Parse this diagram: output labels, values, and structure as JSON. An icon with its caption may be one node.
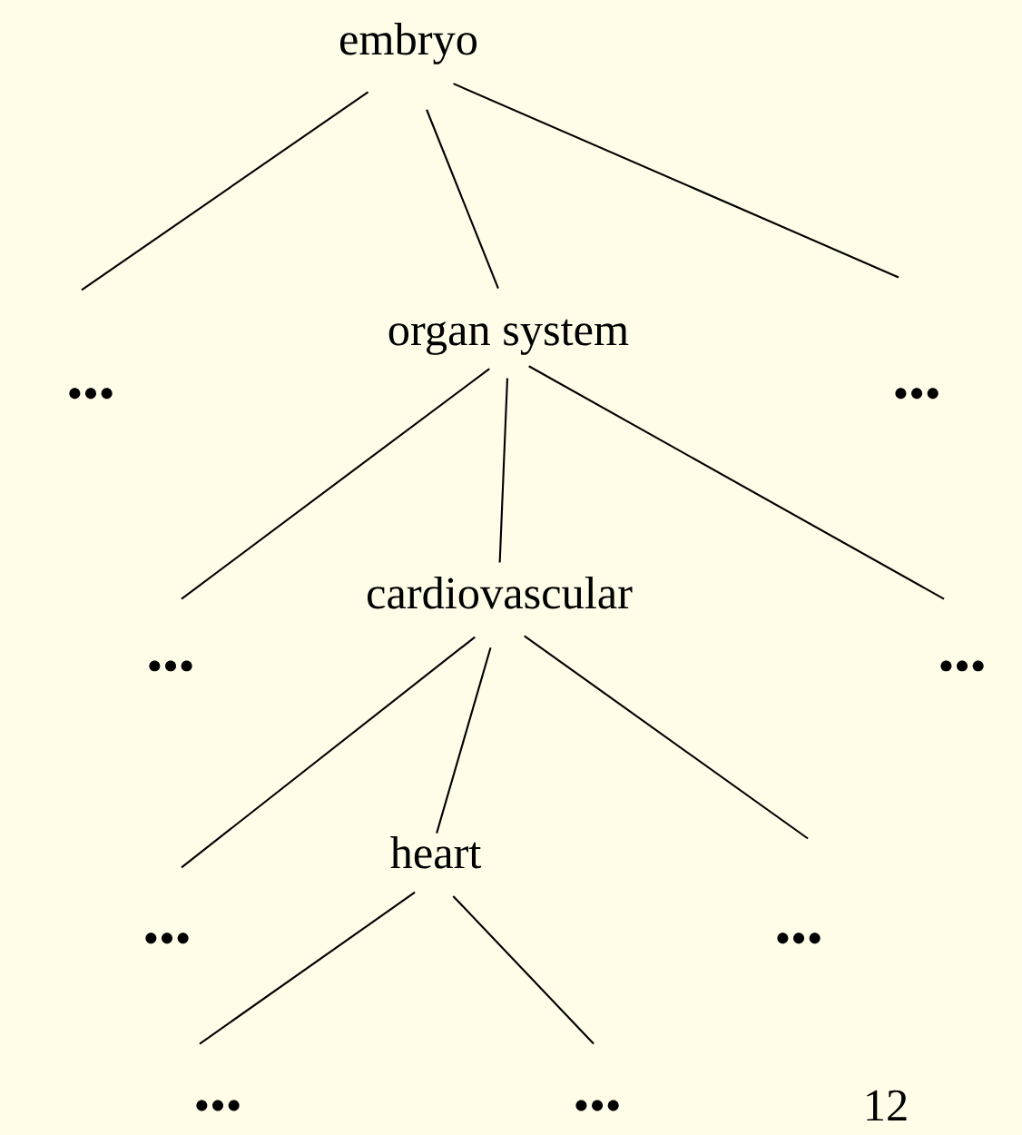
{
  "diagram": {
    "nodes": [
      {
        "text": [
          "embryo"
        ]
      },
      {
        "text": [
          "•••"
        ]
      },
      {
        "text": [
          "organ system"
        ]
      },
      {
        "text": [
          "•••"
        ]
      },
      {
        "text": [
          "•••"
        ]
      },
      {
        "text": [
          "cardiovascular"
        ]
      },
      {
        "text": [
          "•••"
        ]
      },
      {
        "text": [
          "•••"
        ]
      },
      {
        "text": [
          "heart"
        ]
      },
      {
        "text": [
          "•••"
        ]
      },
      {
        "text": [
          "•••"
        ]
      },
      {
        "text": [
          "•••"
        ]
      }
    ],
    "edges": [
      {
        "from": 0,
        "to": 1,
        "arrow": "none"
      },
      {
        "from": 0,
        "to": 2,
        "arrow": "none"
      },
      {
        "from": 0,
        "to": 3,
        "arrow": "none"
      },
      {
        "from": 2,
        "to": 4,
        "arrow": "none"
      },
      {
        "from": 2,
        "to": 5,
        "arrow": "none"
      },
      {
        "from": 2,
        "to": 6,
        "arrow": "none"
      },
      {
        "from": 5,
        "to": 7,
        "arrow": "none"
      },
      {
        "from": 5,
        "to": 8,
        "arrow": "none"
      },
      {
        "from": 5,
        "to": 9,
        "arrow": "none"
      },
      {
        "from": 8,
        "to": 10,
        "arrow": "none"
      },
      {
        "from": 8,
        "to": 11,
        "arrow": "none"
      }
    ],
    "labels": [
      "12"
    ]
  }
}
